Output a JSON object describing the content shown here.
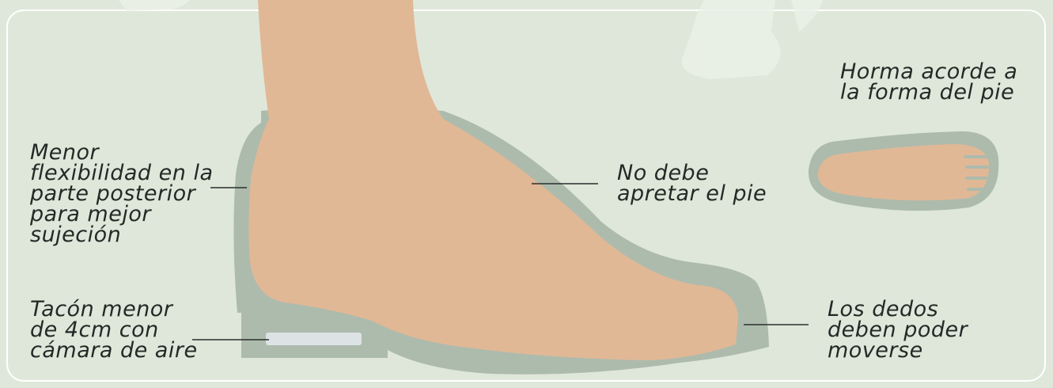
{
  "labels": {
    "heel_counter": "Menor\nflexibilidad en la\nparte posterior\npara mejor\nsujeción",
    "heel": "Tacón menor\nde 4cm con\ncámara de aire",
    "instep": "No debe\napretar el pie",
    "toes": "Los dedos\ndeben poder\nmoverse",
    "last": "Horma acorde a\nla forma del pie"
  },
  "colors": {
    "background": "#dfe7da",
    "shoe": "#adbbad",
    "foot": "#e0b896",
    "air_chamber": "#dde2e5",
    "line": "#2b2f2d"
  }
}
